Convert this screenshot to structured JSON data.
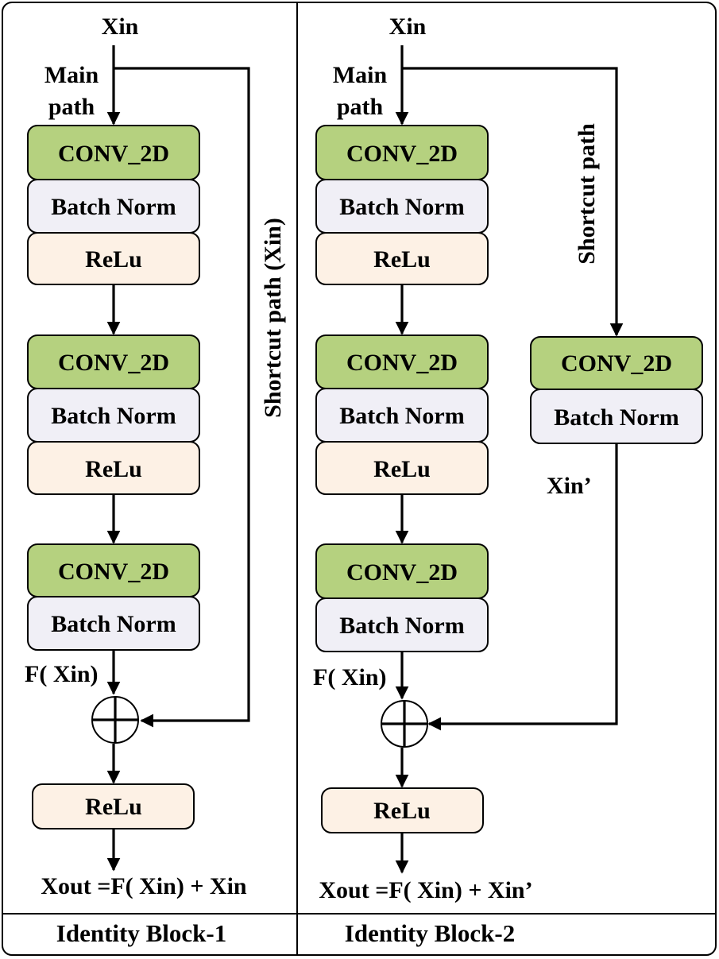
{
  "colors": {
    "conv": "#b5d17f",
    "batch_norm": "#f0eff6",
    "relu": "#fdf1e5",
    "stroke": "#000000"
  },
  "block1": {
    "title": "Identity Block-1",
    "input": "Xin",
    "main_path": [
      "Main",
      "path"
    ],
    "shortcut_label": "Shortcut path (Xin)",
    "stage1": {
      "conv": "CONV_2D",
      "bn": "Batch Norm",
      "relu": "ReLu"
    },
    "stage2": {
      "conv": "CONV_2D",
      "bn": "Batch Norm",
      "relu": "ReLu"
    },
    "stage3": {
      "conv": "CONV_2D",
      "bn": "Batch Norm"
    },
    "f_label": "F( Xin)",
    "final_relu": "ReLu",
    "output": "Xout =F( Xin) + Xin"
  },
  "block2": {
    "title": "Identity Block-2",
    "input": "Xin",
    "main_path": [
      "Main",
      "path"
    ],
    "shortcut_label": "Shortcut path",
    "shortcut": {
      "conv": "CONV_2D",
      "bn": "Batch Norm"
    },
    "shortcut_out": "Xin’",
    "stage1": {
      "conv": "CONV_2D",
      "bn": "Batch Norm",
      "relu": "ReLu"
    },
    "stage2": {
      "conv": "CONV_2D",
      "bn": "Batch Norm",
      "relu": "ReLu"
    },
    "stage3": {
      "conv": "CONV_2D",
      "bn": "Batch Norm"
    },
    "f_label": "F( Xin)",
    "final_relu": "ReLu",
    "output": "Xout =F( Xin) + Xin’"
  }
}
